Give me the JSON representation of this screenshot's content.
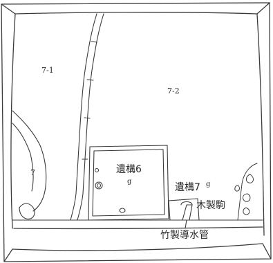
{
  "labels": {
    "section_7_1": "7-1",
    "section_7_2": "7-2",
    "section_7": "7",
    "feature_6": "遺構6",
    "feature_6_g": "g",
    "feature_7": "遺構7",
    "feature_7_g": "g",
    "wooden_stake": "木製駒",
    "bamboo_pipe": "竹製導水管"
  },
  "colors": {
    "line": "#3a3a3a",
    "paper": "#ffffff"
  }
}
